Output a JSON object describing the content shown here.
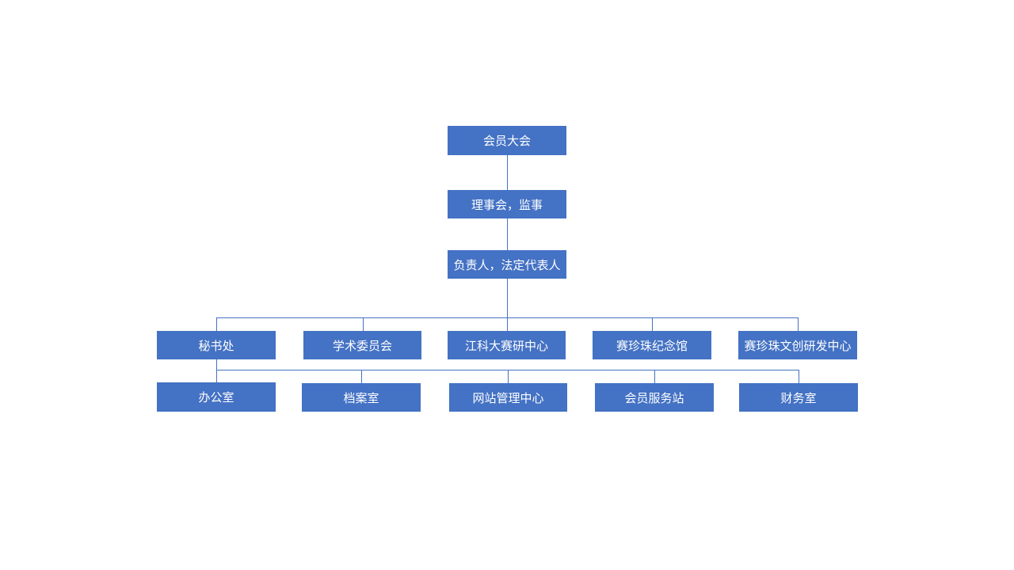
{
  "org_chart": {
    "top": {
      "general_assembly": "会员大会",
      "council": "理事会，监事",
      "legal_rep": "负责人，法定代表人"
    },
    "departments": [
      "秘书处",
      "学术委员会",
      "江科大赛研中心",
      "赛珍珠纪念馆",
      "赛珍珠文创研发中心"
    ],
    "secretariat_units": [
      "办公室",
      "档案室",
      "网站管理中心",
      "会员服务站",
      "财务室"
    ],
    "colors": {
      "node_fill": "#4472c4",
      "node_text": "#ffffff",
      "connector": "#4472c4"
    }
  }
}
